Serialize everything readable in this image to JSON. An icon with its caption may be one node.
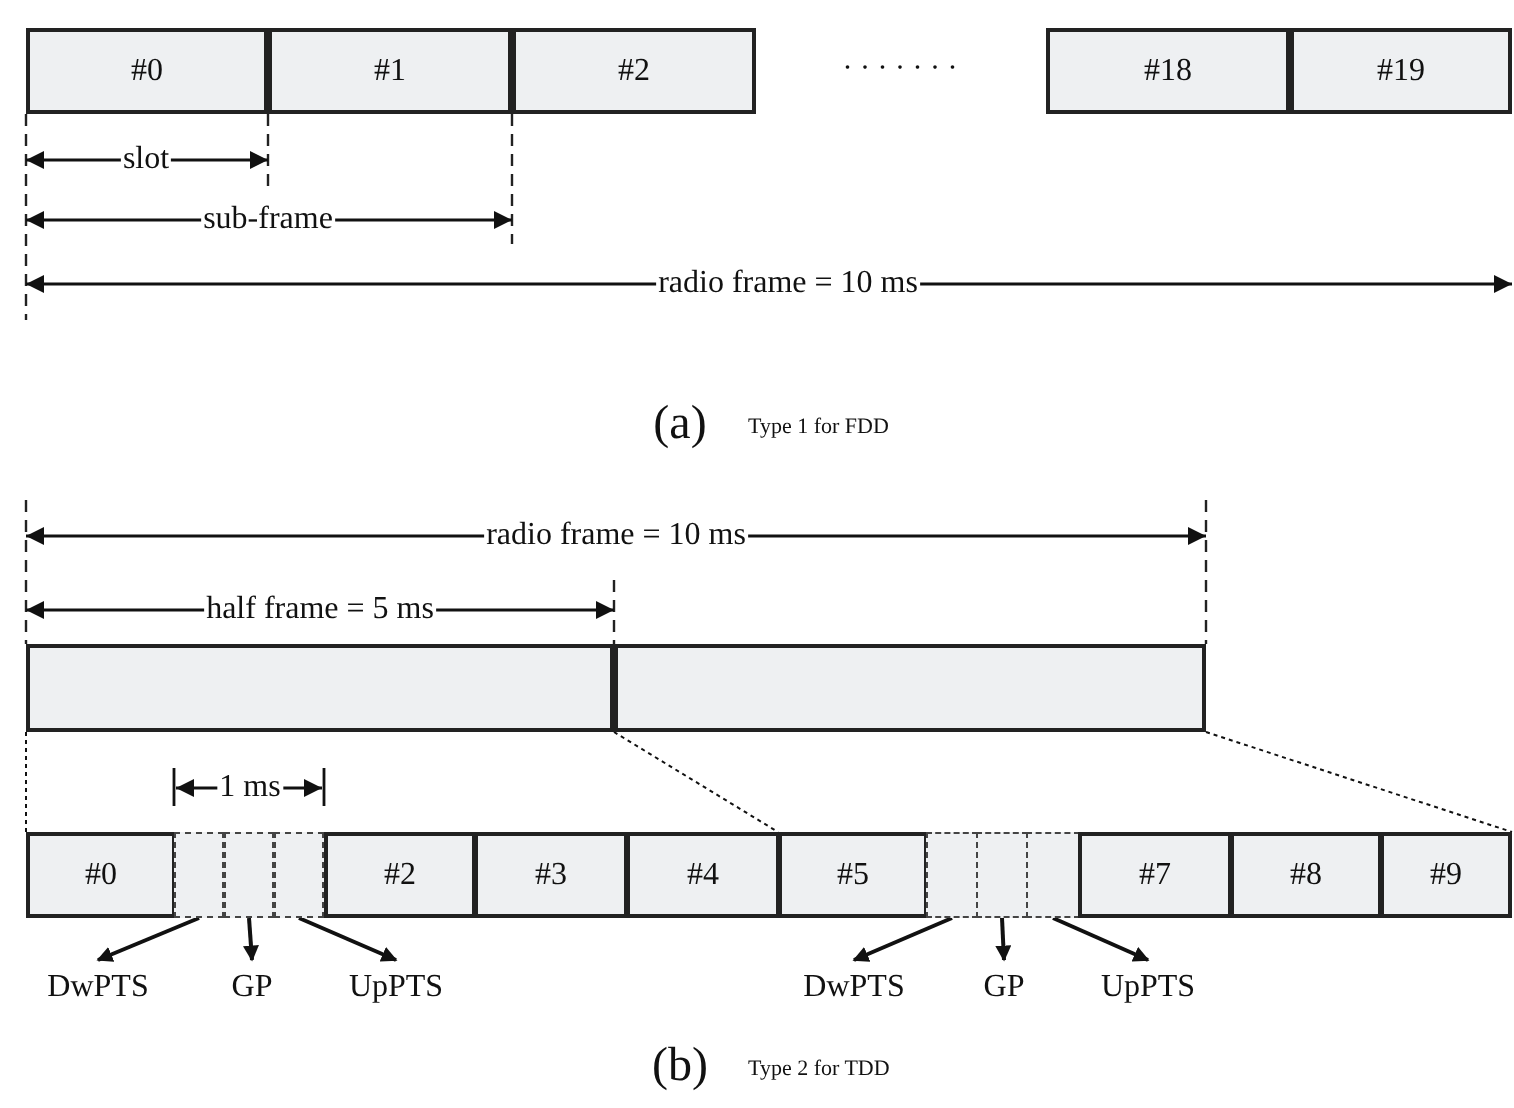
{
  "diagram": {
    "nodes": [
      {
        "text": [
          "#0"
        ]
      },
      {
        "text": [
          "#1"
        ]
      },
      {
        "text": [
          "#2"
        ]
      },
      {
        "text": [
          "#18"
        ]
      },
      {
        "text": [
          "#19"
        ]
      },
      {
        "text": [],
        "shape": "box"
      },
      {
        "text": [],
        "shape": "box"
      },
      {
        "text": [
          "#0"
        ]
      },
      {
        "text": [],
        "shape": "box"
      },
      {
        "text": [],
        "shape": "box"
      },
      {
        "text": [],
        "shape": "box"
      },
      {
        "text": [
          "#2"
        ]
      },
      {
        "text": [
          "#3"
        ]
      },
      {
        "text": [
          "#4"
        ]
      },
      {
        "text": [
          "#5"
        ]
      },
      {
        "text": [],
        "shape": "box"
      },
      {
        "text": [],
        "shape": "box"
      },
      {
        "text": [],
        "shape": "box"
      },
      {
        "text": [
          "#7"
        ]
      },
      {
        "text": [
          "#8"
        ]
      },
      {
        "text": [
          "#9"
        ]
      },
      {
        "text": [
          "DwPTS"
        ]
      },
      {
        "text": [
          "GP"
        ]
      },
      {
        "text": [
          "UpPTS"
        ]
      },
      {
        "text": [
          "DwPTS"
        ]
      },
      {
        "text": [
          "GP"
        ]
      },
      {
        "text": [
          "UpPTS"
        ]
      }
    ],
    "edges": [
      {
        "from": 8,
        "to": 21,
        "arrow": "to"
      },
      {
        "from": 9,
        "to": 22,
        "arrow": "to"
      },
      {
        "from": 10,
        "to": 23,
        "arrow": "to"
      },
      {
        "from": 15,
        "to": 24,
        "arrow": "to"
      },
      {
        "from": 16,
        "to": 25,
        "arrow": "to"
      },
      {
        "from": 17,
        "to": 26,
        "arrow": "to"
      },
      {
        "from": 5,
        "to": 7,
        "arrow": "none",
        "style": "dashed"
      },
      {
        "from": 5,
        "to": 14,
        "arrow": "none",
        "style": "dashed"
      },
      {
        "from": 6,
        "to": 20,
        "arrow": "none",
        "style": "dashed"
      }
    ],
    "labels": [
      "· · · · · · ·",
      "slot",
      "sub-frame",
      "radio frame = 10 ms",
      "(a)",
      "Type 1 for FDD",
      "radio frame = 10 ms",
      "half frame = 5 ms",
      "1 ms",
      "(b)",
      "Type 2 for TDD"
    ]
  }
}
